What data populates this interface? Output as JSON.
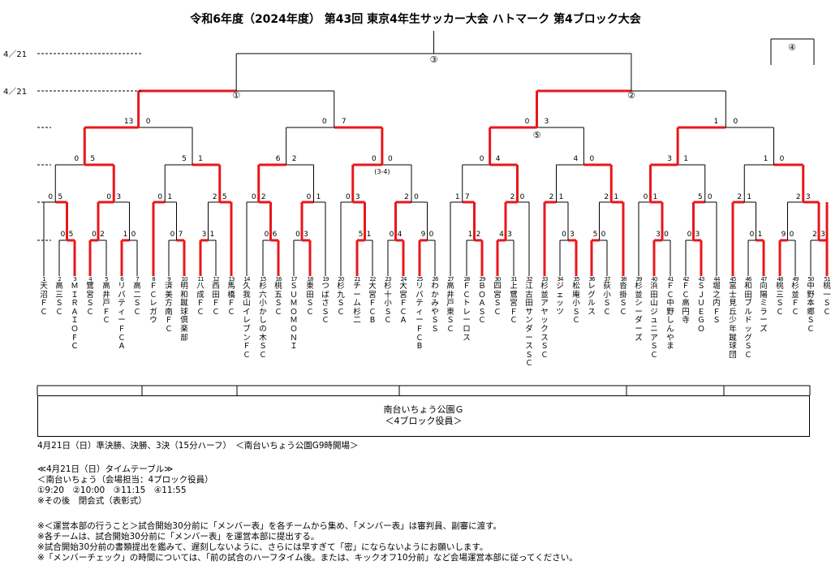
{
  "title": "令和6年度（2024年度） 第43回 東京4年生サッカー大会 ハトマーク 第4ブロック大会",
  "dates": [
    "4／21",
    "4／21"
  ],
  "match_labels": {
    "m1": "①",
    "m2": "②",
    "m3": "③",
    "m4": "④",
    "m5": "⑤"
  },
  "note_3_4": "(3-4)",
  "teams": [
    {
      "num": "1",
      "name": "天沼ＦＣ"
    },
    {
      "num": "2",
      "name": "高三ＳＣ"
    },
    {
      "num": "3",
      "name": "ＭＩＲＡＩＯ FC"
    },
    {
      "num": "4",
      "name": "鷺宮ＳＣ"
    },
    {
      "num": "5",
      "name": "高井戸ＦＣ"
    },
    {
      "num": "6",
      "name": "リバティーＦＣ A"
    },
    {
      "num": "7",
      "name": "高二ＳＣ"
    },
    {
      "num": "8",
      "name": "ＦＣレガウ"
    },
    {
      "num": "9",
      "name": "済美方南ＦＣ"
    },
    {
      "num": "10",
      "name": "明和蹴球倶楽部"
    },
    {
      "num": "11",
      "name": "八成ＦＣ"
    },
    {
      "num": "12",
      "name": "西田ＦＣ"
    },
    {
      "num": "13",
      "name": "馬橋ＦＣ"
    },
    {
      "num": "14",
      "name": "久我山イレブンＦＣ"
    },
    {
      "num": "15",
      "name": "杉六小かしの木ＳＣ"
    },
    {
      "num": "16",
      "name": "桃五ＳＣ"
    },
    {
      "num": "17",
      "name": "ＳＵＭＯＭＯＮＩ"
    },
    {
      "num": "18",
      "name": "東田ＳＣ"
    },
    {
      "num": "19",
      "name": "つばさＳＣ"
    },
    {
      "num": "20",
      "name": "杉九ＳＣ"
    },
    {
      "num": "21",
      "name": "チーム杉二"
    },
    {
      "num": "22",
      "name": "大宮ＦＣ B"
    },
    {
      "num": "23",
      "name": "杉十小ＳＣ"
    },
    {
      "num": "24",
      "name": "大宮ＦＣ A"
    },
    {
      "num": "25",
      "name": "リバティーＦＣ B"
    },
    {
      "num": "26",
      "name": "わかみやＳＳ"
    },
    {
      "num": "27",
      "name": "高井戸東ＳＣ"
    },
    {
      "num": "28",
      "name": "ＦＣトレーロス"
    },
    {
      "num": "29",
      "name": "ＢＯＡＳＣ"
    },
    {
      "num": "30",
      "name": "四宮ＳＣ"
    },
    {
      "num": "31",
      "name": "上鷺宮ＦＣ"
    },
    {
      "num": "32",
      "name": "江古田サンダースＳＣ"
    },
    {
      "num": "33",
      "name": "杉並アヤックスＳＣ"
    },
    {
      "num": "34",
      "name": "ジェッツ"
    },
    {
      "num": "35",
      "name": "松庵小ＳＣ"
    },
    {
      "num": "36",
      "name": "レグルス"
    },
    {
      "num": "37",
      "name": "荻小ＳＣ"
    },
    {
      "num": "38",
      "name": "沓掛ＳＣ"
    },
    {
      "num": "39",
      "name": "杉並シーダーズ"
    },
    {
      "num": "40",
      "name": "浜田山ジュニアＳＣ"
    },
    {
      "num": "41",
      "name": "ＦＣ中野しんやま"
    },
    {
      "num": "42",
      "name": "ＦＣ高円寺"
    },
    {
      "num": "43",
      "name": "ＳＪＵＥＧＯ"
    },
    {
      "num": "44",
      "name": "堀之内ＦＳ"
    },
    {
      "num": "45",
      "name": "富士見丘少年蹴球団"
    },
    {
      "num": "46",
      "name": "和田ブルドッグＳＣ"
    },
    {
      "num": "47",
      "name": "向陽ミラーズ"
    },
    {
      "num": "48",
      "name": "桃三ＳＣ"
    },
    {
      "num": "49",
      "name": "杉並ＦＣ"
    },
    {
      "num": "50",
      "name": "中野本郷ＳＣ"
    },
    {
      "num": "51",
      "name": "桃一ＳＣ"
    }
  ],
  "scores": {
    "r0": [
      {
        "l": "0",
        "r": "5"
      },
      {
        "l": "0",
        "r": "2"
      },
      {
        "l": "1",
        "r": "0"
      },
      {
        "l": "0",
        "r": "7"
      },
      {
        "l": "3",
        "r": "1"
      },
      {
        "l": "0",
        "r": "6"
      },
      {
        "l": "0",
        "r": "3"
      },
      {
        "l": "5",
        "r": "1"
      },
      {
        "l": "0",
        "r": "4"
      },
      {
        "l": "9",
        "r": "0"
      },
      {
        "l": "1",
        "r": "2"
      },
      {
        "l": "4",
        "r": "3"
      },
      {
        "l": "0",
        "r": "3"
      },
      {
        "l": "5",
        "r": "0"
      },
      {
        "l": "3",
        "r": "0"
      },
      {
        "l": "0",
        "r": "3"
      },
      {
        "l": "0",
        "r": "1"
      },
      {
        "l": "9",
        "r": "0"
      },
      {
        "l": "2",
        "r": "3"
      }
    ],
    "r1": [
      {
        "l": "0",
        "r": "5"
      },
      {
        "l": "0",
        "r": "3"
      },
      {
        "l": "0",
        "r": "1"
      },
      {
        "l": "2",
        "r": "5"
      },
      {
        "l": "0",
        "r": "2"
      },
      {
        "l": "0",
        "r": "1"
      },
      {
        "l": "0",
        "r": "3"
      },
      {
        "l": "2",
        "r": "0"
      },
      {
        "l": "1",
        "r": "7"
      },
      {
        "l": "2",
        "r": "0"
      },
      {
        "l": "2",
        "r": "1"
      },
      {
        "l": "2",
        "r": "1"
      },
      {
        "l": "0",
        "r": "1"
      },
      {
        "l": "5",
        "r": "0"
      },
      {
        "l": "2",
        "r": "1"
      },
      {
        "l": "2",
        "r": "3"
      }
    ],
    "r2": [
      {
        "l": "0",
        "r": "5"
      },
      {
        "l": "5",
        "r": "1"
      },
      {
        "l": "6",
        "r": "2"
      },
      {
        "l": "0",
        "r": "0"
      },
      {
        "l": "0",
        "r": "4"
      },
      {
        "l": "4",
        "r": "0"
      },
      {
        "l": "3",
        "r": "1"
      },
      {
        "l": "1",
        "r": "0"
      }
    ],
    "r3": [
      {
        "l": "13",
        "r": "0"
      },
      {
        "l": "0",
        "r": "7"
      },
      {
        "l": "0",
        "r": "3"
      },
      {
        "l": "1",
        "r": "0"
      }
    ]
  },
  "venue": {
    "name": "南台いちょう公園Ｇ",
    "sub": "＜4ブロック役員＞"
  },
  "notes": {
    "schedule": "4月21日（日）準決勝、決勝、3決（15分ハーフ）　＜南台いちょう公園G9時開場＞",
    "tt_title": "≪4月21日（日）タイムテーブル≫",
    "tt_venue": "＜南台いちょう（会場担当：4ブロック役員）",
    "tt_times": "①9:20　②10:00　③11:15　④11:55",
    "tt_after": "※その後　閉会式（表彰式）",
    "n1": "※＜運営本部の行うこと＞試合開始30分前に「メンバー表」を各チームから集め、「メンバー表」は審判員、副審に渡す。",
    "n2": "※各チームは、試合開始30分前に「メンバー表」を運営本部に提出する。",
    "n3": "※試合開始30分前の書類提出を鑑みて、遅刻しないように、さらには早すぎて「密」にならないようにお願いします。",
    "n4": "※「メンバーチェック」の時間については、「前の試合のハーフタイム後。または、キックオフ10分前」など会場運営本部に従ってください。"
  },
  "colors": {
    "win": "#e8171b",
    "line": "#000000"
  }
}
